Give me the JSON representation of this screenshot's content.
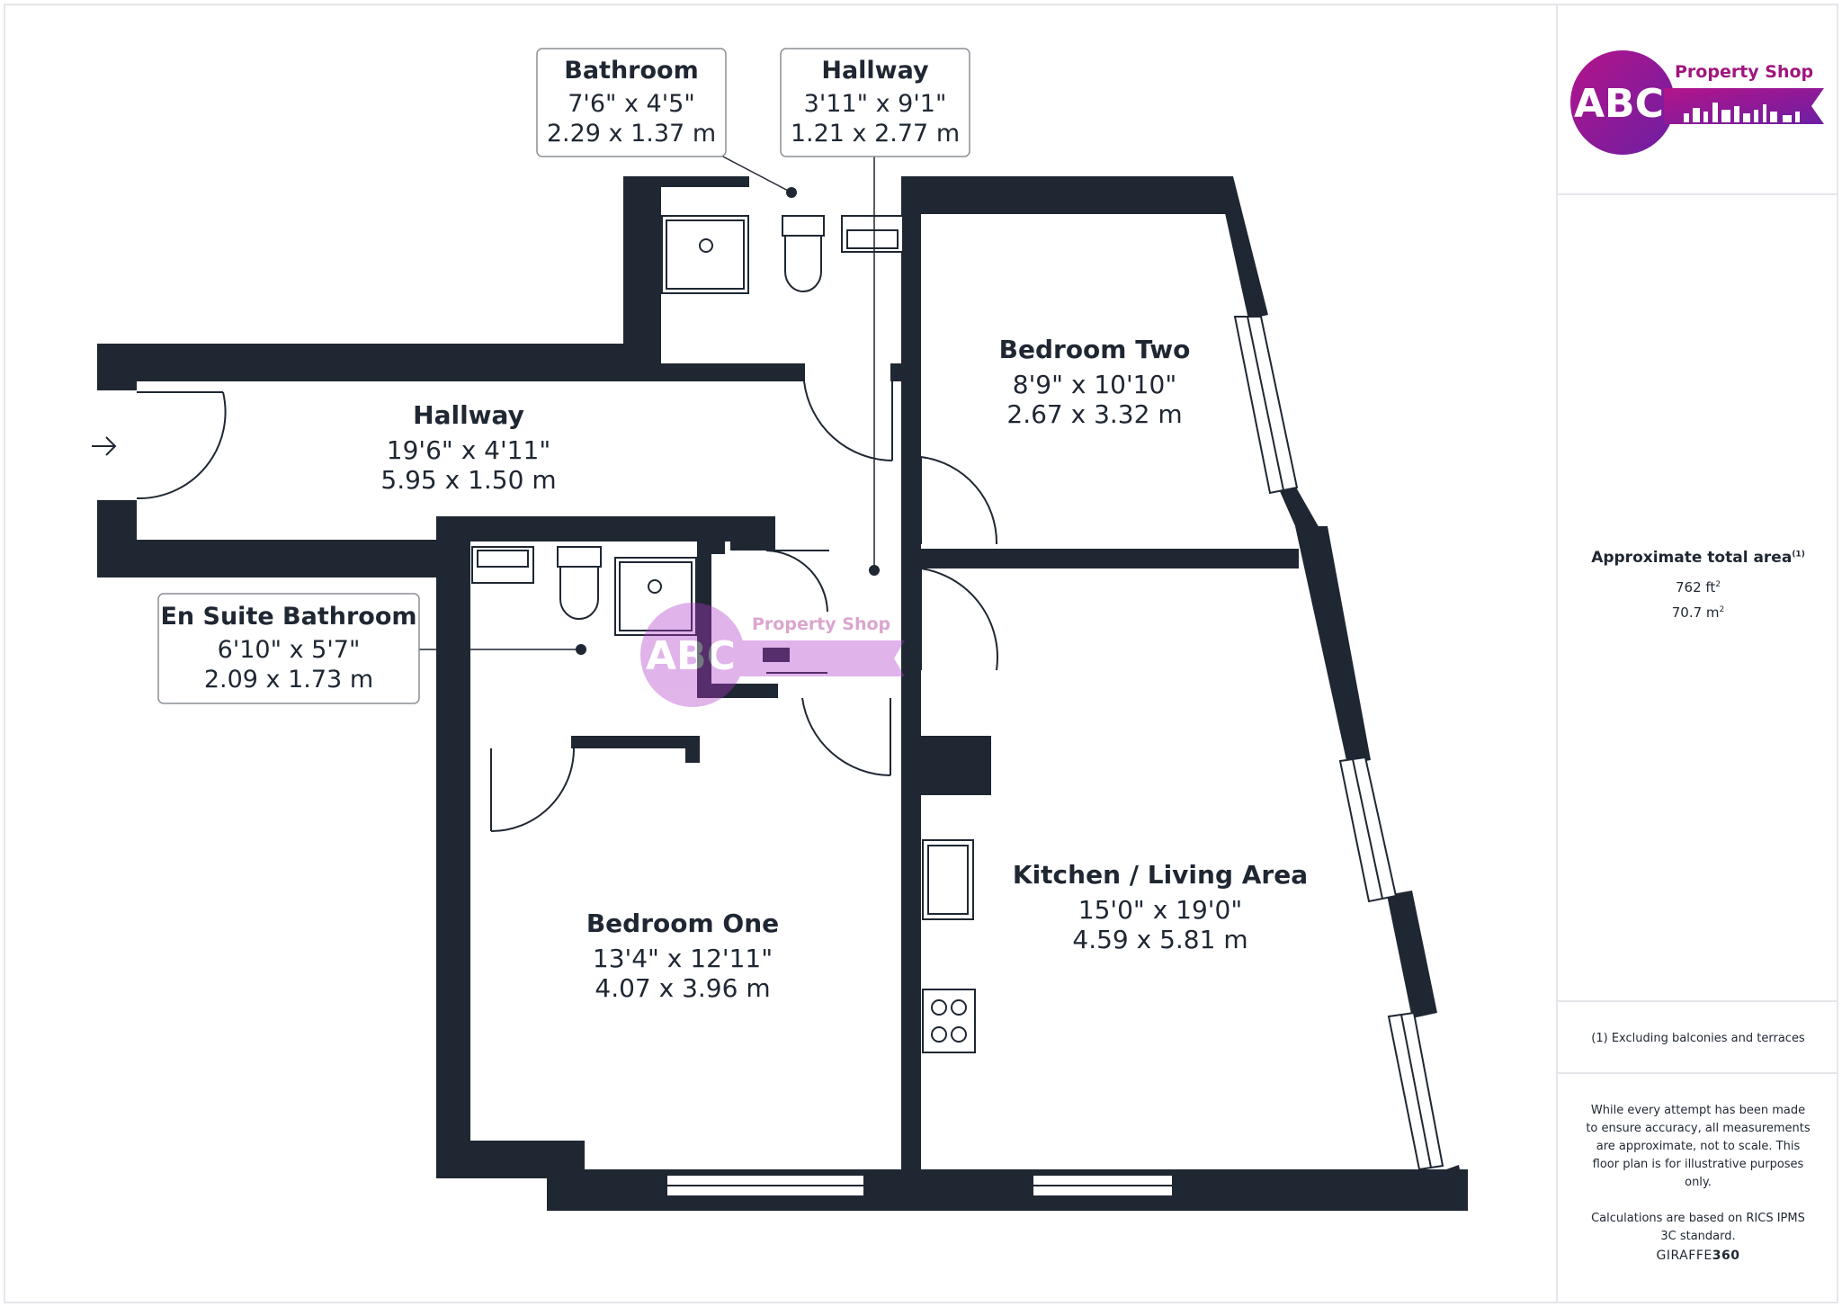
{
  "brand": {
    "abc": "ABC",
    "property_shop": "Property Shop",
    "colors": {
      "primary": "#a0157f",
      "secondary": "#6b1f9e",
      "wall": "#1f2733"
    }
  },
  "rooms": {
    "bathroom": {
      "name": "Bathroom",
      "imperial": "7'6\" x 4'5\"",
      "metric": "2.29 x 1.37 m"
    },
    "hallway_small": {
      "name": "Hallway",
      "imperial": "3'11\" x 9'1\"",
      "metric": "1.21 x 2.77 m"
    },
    "hallway_main": {
      "name": "Hallway",
      "imperial": "19'6\" x 4'11\"",
      "metric": "5.95 x 1.50 m"
    },
    "bedroom_two": {
      "name": "Bedroom Two",
      "imperial": "8'9\" x 10'10\"",
      "metric": "2.67 x 3.32 m"
    },
    "en_suite": {
      "name": "En Suite Bathroom",
      "imperial": "6'10\" x 5'7\"",
      "metric": "2.09 x 1.73 m"
    },
    "bedroom_one": {
      "name": "Bedroom One",
      "imperial": "13'4\" x 12'11\"",
      "metric": "4.07 x 3.96 m"
    },
    "kitchen": {
      "name": "Kitchen / Living Area",
      "imperial": "15'0\" x 19'0\"",
      "metric": "4.59 x 5.81 m"
    }
  },
  "sidebar": {
    "area_title": "Approximate total area",
    "area_title_sup": "(1)",
    "area_ft": "762 ft",
    "area_m": "70.7 m",
    "area_unit_sup": "2",
    "footnote": "(1) Excluding balconies and terraces",
    "disclaimer_1": "While every attempt has been made to ensure accuracy, all measurements are approximate, not to scale. This floor plan is for illustrative purposes only.",
    "disclaimer_2": "Calculations are based on RICS IPMS 3C standard.",
    "giraffe_a": "GIRAFFE",
    "giraffe_b": "360"
  }
}
